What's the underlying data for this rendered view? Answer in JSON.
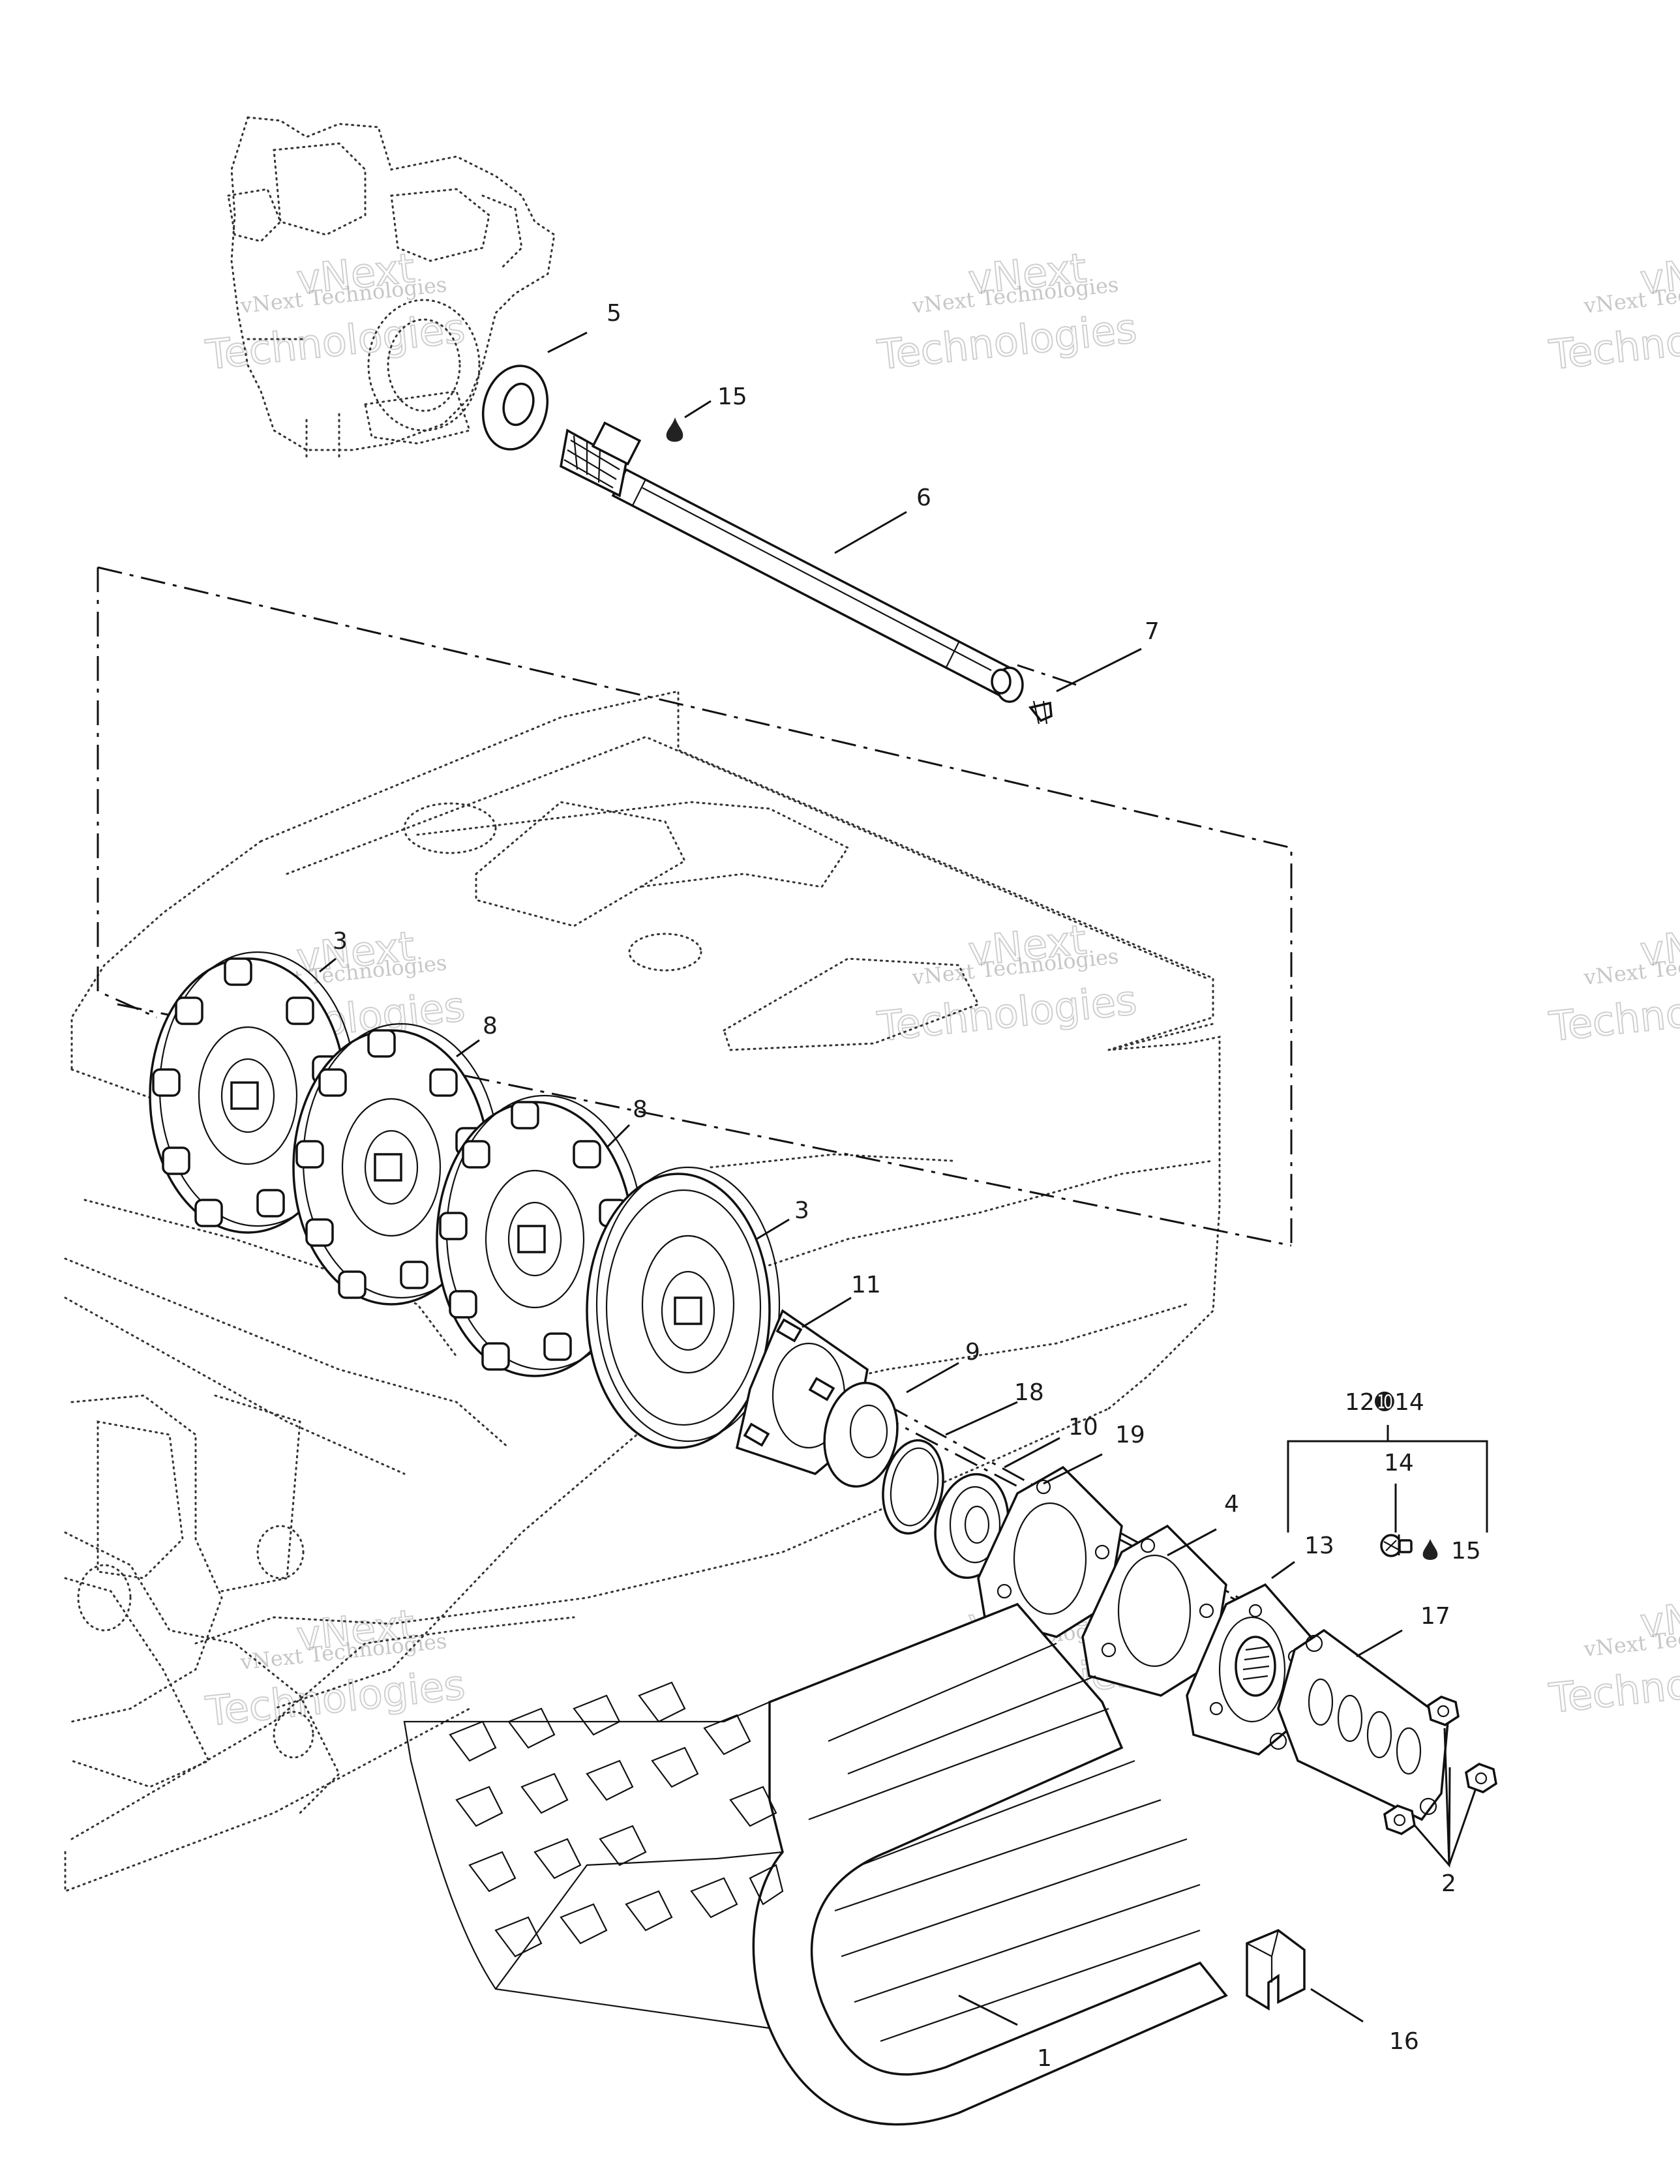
{
  "watermark": {
    "line1": "vNext Technologies",
    "line2": "Technologies",
    "line3": "vNext"
  },
  "callouts": {
    "c1": "1",
    "c2": "2",
    "c3a": "3",
    "c3b": "3",
    "c4": "4",
    "c5": "5",
    "c6": "6",
    "c7": "7",
    "c8a": "8",
    "c8b": "8",
    "c9": "9",
    "c10": "10",
    "c11": "11",
    "c12_14": "12➓14",
    "c13": "13",
    "c14": "14",
    "c15a": "15",
    "c15b": "15",
    "c16": "16",
    "c17": "17",
    "c18": "18",
    "c19": "19"
  }
}
